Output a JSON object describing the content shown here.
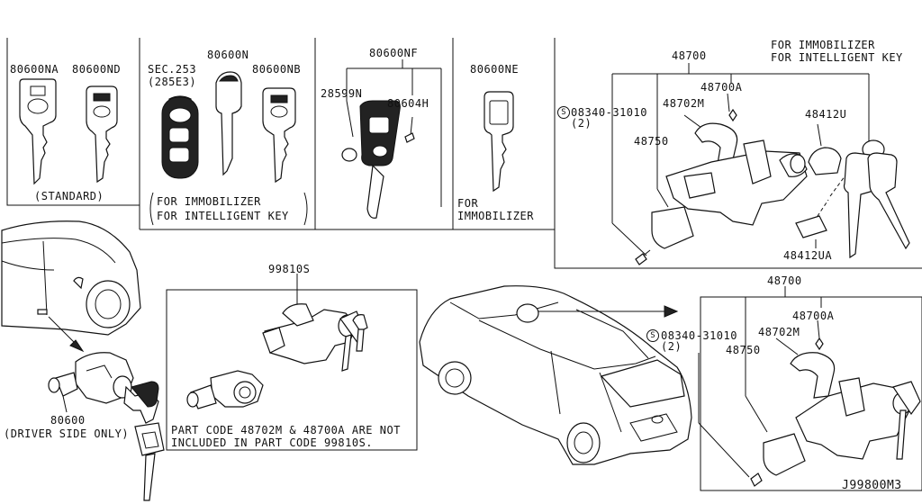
{
  "keys_standard": {
    "a": "80600NA",
    "b": "80600ND",
    "caption": "(STANDARD)"
  },
  "keys_intelligent": {
    "sec_a": "SEC.253",
    "sec_b": "(285E3)",
    "n": "80600N",
    "nb": "80600NB",
    "note_1": "FOR IMMOBILIZER",
    "note_2": "FOR INTELLIGENT KEY"
  },
  "keys_nf": {
    "nf": "80600NF",
    "battery": "28599N",
    "h": "80604H"
  },
  "keys_ne": {
    "ne": "80600NE",
    "note_1": "FOR",
    "note_2": "IMMOBILIZER"
  },
  "assembly_top": {
    "note_1": "FOR IMMOBILIZER",
    "note_2": "FOR INTELLIGENT KEY",
    "main": "48700",
    "p_a": "48700A",
    "p_m": "48702M",
    "p_u": "48412U",
    "p_ua": "48412UA",
    "screw": "08340-31010",
    "screw_qty": "(2)",
    "p_750": "48750",
    "screw_symbol": "S"
  },
  "door": {
    "part": "80600",
    "caption": "(DRIVER SIDE ONLY)"
  },
  "kit": {
    "part": "99810S",
    "note_1": "PART CODE 48702M & 48700A ARE NOT",
    "note_2": "INCLUDED IN PART CODE 99810S."
  },
  "assembly_bottom": {
    "main": "48700",
    "p_a": "48700A",
    "p_m": "48702M",
    "screw": "08340-31010",
    "screw_qty": "(2)",
    "p_750": "48750",
    "screw_symbol": "S"
  },
  "diagram_code": "J99800M3"
}
